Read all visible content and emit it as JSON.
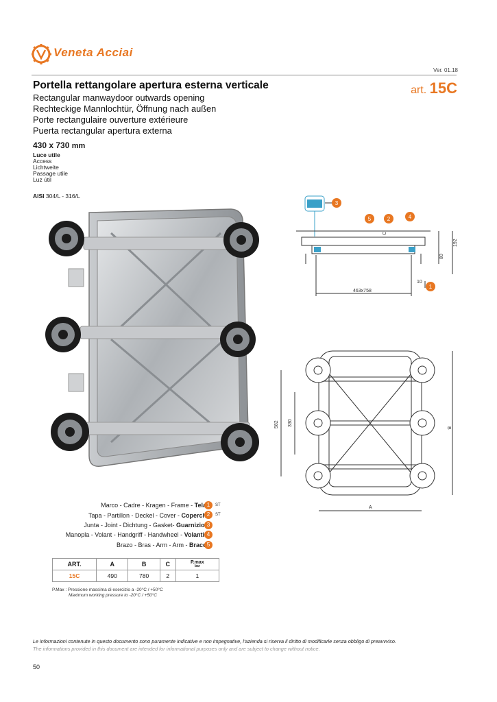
{
  "header": {
    "brand": "Veneta Acciai",
    "version": "Ver. 01.18",
    "art_prefix": "art.",
    "art_number": "15C"
  },
  "titles": {
    "main": "Portella rettangolare apertura esterna verticale",
    "en": "Rectangular manwaydoor outwards opening",
    "de": "Rechteckige Mannlochtür, Öffnung nach außen",
    "fr": "Porte rectangulaire ouverture extérieure",
    "es": "Puerta rectangular apertura externa"
  },
  "dimension": {
    "value": "430 x 730",
    "unit": "mm"
  },
  "access_labels": [
    "Luce utile",
    "Access",
    "Lichtweite",
    "Passage utile",
    "Luz útil"
  ],
  "material": {
    "label": "AISI",
    "value": "304/L - 316/L"
  },
  "drawing_labels": {
    "callout3": "3",
    "callout5": "5",
    "callout2": "2",
    "callout4": "4",
    "callout1": "1",
    "c": "C",
    "h192": "192",
    "h80": "80",
    "w10": "10",
    "w463": "463x758",
    "v582": "582",
    "v330": "330",
    "b": "B",
    "a": "A"
  },
  "legend": [
    {
      "text": "Marco - Cadre - Kragen - Frame - ",
      "bold": "Telaio",
      "num": "1",
      "note": "ST"
    },
    {
      "text": "Tapa - Partillon - Deckel - Cover - ",
      "bold": "Coperchio",
      "num": "2",
      "note": "ST"
    },
    {
      "text": "Junta - Joint - Dichtung - Gasket- ",
      "bold": "Guarnizione",
      "num": "3",
      "note": ""
    },
    {
      "text": "Manopla - Volant - Handgriff - Handwheel - ",
      "bold": "Volantino",
      "num": "4",
      "note": ""
    },
    {
      "text": "Brazo - Bras - Arm - Arm - ",
      "bold": "Braccio",
      "num": "5",
      "note": ""
    }
  ],
  "table": {
    "headers": [
      "ART.",
      "A",
      "B",
      "C"
    ],
    "pmax_header": "P.max",
    "pmax_unit": "bar",
    "rows": [
      [
        "15C",
        "490",
        "780",
        "2",
        "1"
      ]
    ]
  },
  "pmax_notes": {
    "it": "P.Max : Pressione massima di esercizio a -20°C / +50°C",
    "en": "Maximum working pressure to -20°C / +50°C"
  },
  "disclaimer": {
    "it": "Le informazioni contenute in questo documento sono puramente indicative e non impegnative, l'azienda si riserva il diritto di modificarle senza obbligo di preavvviso.",
    "en": "The informations provided in this document are intended for informational purposes only and are subject to change without notice."
  },
  "page_number": "50",
  "colors": {
    "accent": "#e87722",
    "steel": "#b9bcc0",
    "wheel": "#1c1c1c"
  }
}
